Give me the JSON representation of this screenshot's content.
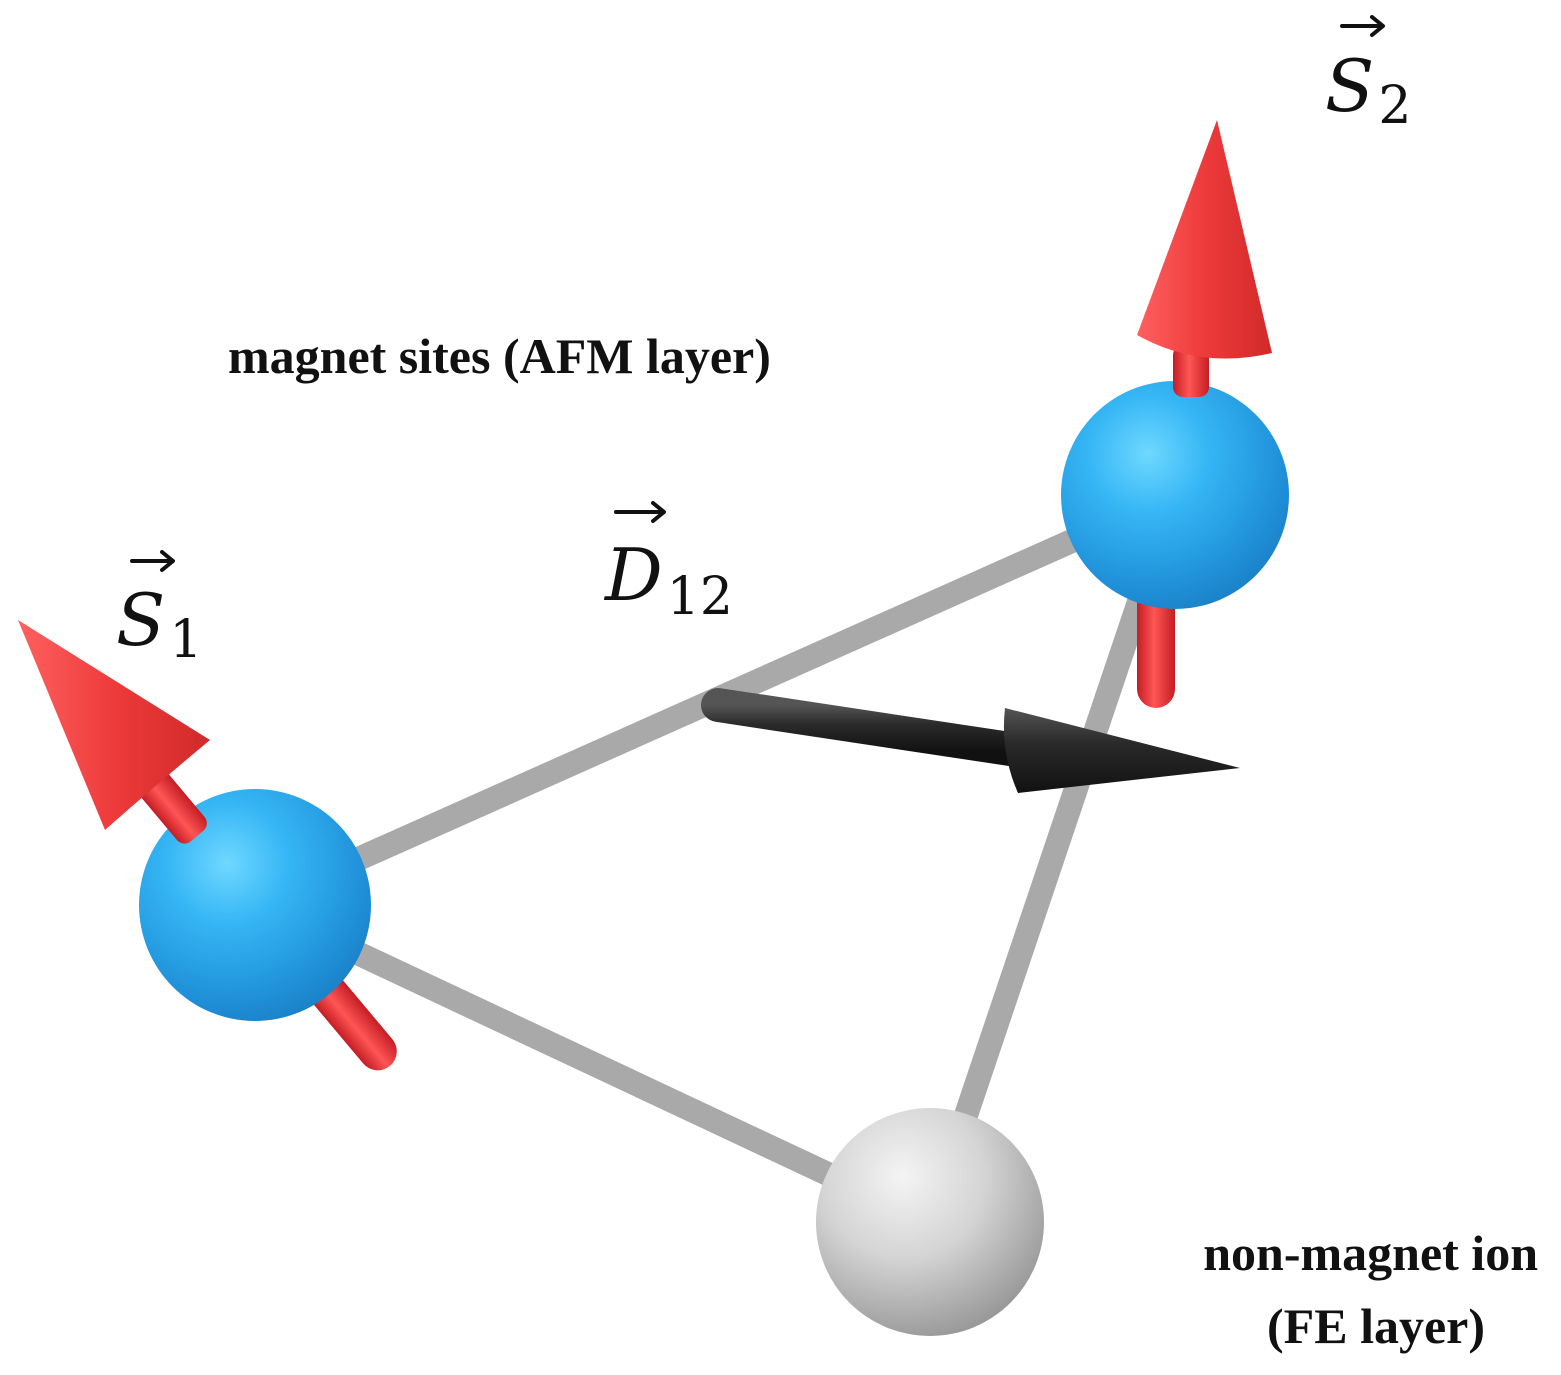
{
  "labels": {
    "magnet_sites": "magnet sites (AFM layer)",
    "non_magnet_line1": "non-magnet ion",
    "non_magnet_line2": "(FE layer)"
  },
  "math": {
    "s1_symbol": "S",
    "s1_sub": "1",
    "s2_symbol": "S",
    "s2_sub": "2",
    "d12_symbol": "D",
    "d12_sub": "12"
  },
  "colors": {
    "magnet_ion": "#2fa8ee",
    "non_magnet_ion": "#c8c8c8",
    "spin_arrow": "#ee3b3b",
    "dm_vector": "#2a2a2a",
    "bond": "#a8a8a8",
    "text": "#111111"
  }
}
